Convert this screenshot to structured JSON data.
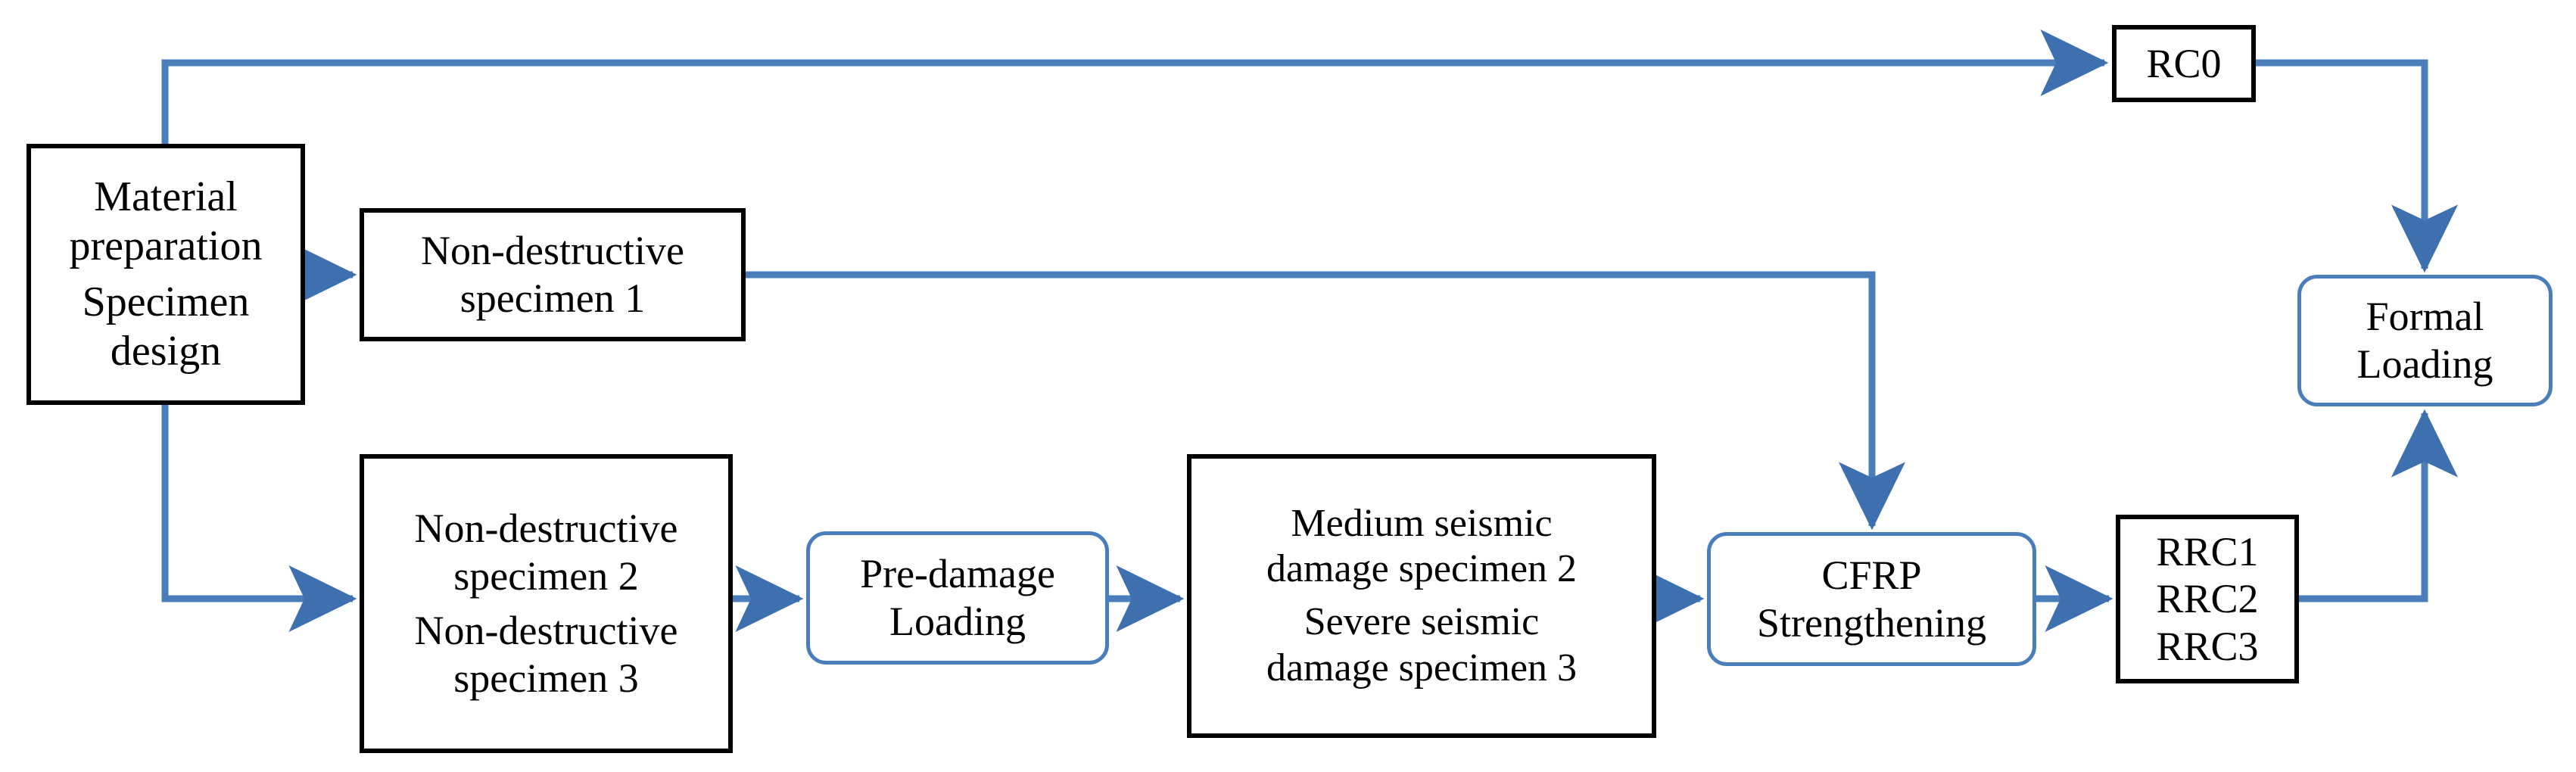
{
  "diagram": {
    "title": "Experimental program flowchart",
    "colors": {
      "arrow": "#4A7EBB",
      "black_box_border": "#000000",
      "blue_box_border": "#4A7EBB",
      "background": "#FFFFFF",
      "text": "#000000"
    },
    "nodes": [
      {
        "id": "material",
        "shape": "rectangle",
        "style": "black",
        "lines": [
          "Material",
          "preparation",
          "",
          "Specimen",
          "design"
        ]
      },
      {
        "id": "rc0",
        "shape": "rectangle",
        "style": "black",
        "lines": [
          "RC0"
        ]
      },
      {
        "id": "nondestructive1",
        "shape": "rectangle",
        "style": "black",
        "lines": [
          "Non-destructive",
          "specimen 1"
        ]
      },
      {
        "id": "formal_loading",
        "shape": "rounded-rectangle",
        "style": "blue",
        "lines": [
          "Formal",
          "Loading"
        ]
      },
      {
        "id": "nondestructive23",
        "shape": "rectangle",
        "style": "black",
        "lines": [
          "Non-destructive",
          "specimen 2",
          "",
          "Non-destructive",
          "specimen 3"
        ]
      },
      {
        "id": "predamage",
        "shape": "rounded-rectangle",
        "style": "blue",
        "lines": [
          "Pre-damage",
          "Loading"
        ]
      },
      {
        "id": "seismic_damage",
        "shape": "rectangle",
        "style": "black",
        "lines": [
          "Medium seismic",
          "damage specimen 2",
          "",
          "Severe seismic",
          "damage specimen 3"
        ]
      },
      {
        "id": "cfrp",
        "shape": "rounded-rectangle",
        "style": "blue",
        "lines": [
          "CFRP",
          "Strengthening"
        ]
      },
      {
        "id": "rrc",
        "shape": "rectangle",
        "style": "black",
        "lines": [
          "RRC1",
          "RRC2",
          "RRC3"
        ]
      }
    ],
    "labels": {
      "material_l1": "Material",
      "material_l2": "preparation",
      "material_l3": "Specimen",
      "material_l4": "design",
      "rc0": "RC0",
      "nd1_l1": "Non-destructive",
      "nd1_l2": "specimen 1",
      "formal_l1": "Formal",
      "formal_l2": "Loading",
      "nd23_l1": "Non-destructive",
      "nd23_l2": "specimen 2",
      "nd23_l3": "Non-destructive",
      "nd23_l4": "specimen 3",
      "predamage_l1": "Pre-damage",
      "predamage_l2": "Loading",
      "seismic_l1": "Medium seismic",
      "seismic_l2": "damage specimen 2",
      "seismic_l3": "Severe seismic",
      "seismic_l4": "damage specimen 3",
      "cfrp_l1": "CFRP",
      "cfrp_l2": "Strengthening",
      "rrc_l1": "RRC1",
      "rrc_l2": "RRC2",
      "rrc_l3": "RRC3"
    },
    "edges": [
      {
        "id": "material-to-rc0",
        "from": "material",
        "to": "rc0",
        "route": "up-right",
        "arrowhead": "right"
      },
      {
        "id": "material-to-nd1",
        "from": "material",
        "to": "nondestructive1",
        "route": "right",
        "arrowhead": "right"
      },
      {
        "id": "material-to-nd23",
        "from": "material",
        "to": "nondestructive23",
        "route": "down-right",
        "arrowhead": "right"
      },
      {
        "id": "rc0-to-formal",
        "from": "rc0",
        "to": "formal_loading",
        "route": "right-down",
        "arrowhead": "down"
      },
      {
        "id": "nd1-to-cfrp",
        "from": "nondestructive1",
        "to": "cfrp",
        "route": "right-down",
        "arrowhead": "down"
      },
      {
        "id": "nd23-to-predamage",
        "from": "nondestructive23",
        "to": "predamage",
        "route": "right",
        "arrowhead": "right"
      },
      {
        "id": "predamage-to-seismic",
        "from": "predamage",
        "to": "seismic_damage",
        "route": "right",
        "arrowhead": "right"
      },
      {
        "id": "seismic-to-cfrp",
        "from": "seismic_damage",
        "to": "cfrp",
        "route": "right",
        "arrowhead": "right"
      },
      {
        "id": "cfrp-to-rrc",
        "from": "cfrp",
        "to": "rrc",
        "route": "right",
        "arrowhead": "right"
      },
      {
        "id": "rrc-to-formal",
        "from": "rrc",
        "to": "formal_loading",
        "route": "right-up",
        "arrowhead": "up"
      }
    ]
  }
}
